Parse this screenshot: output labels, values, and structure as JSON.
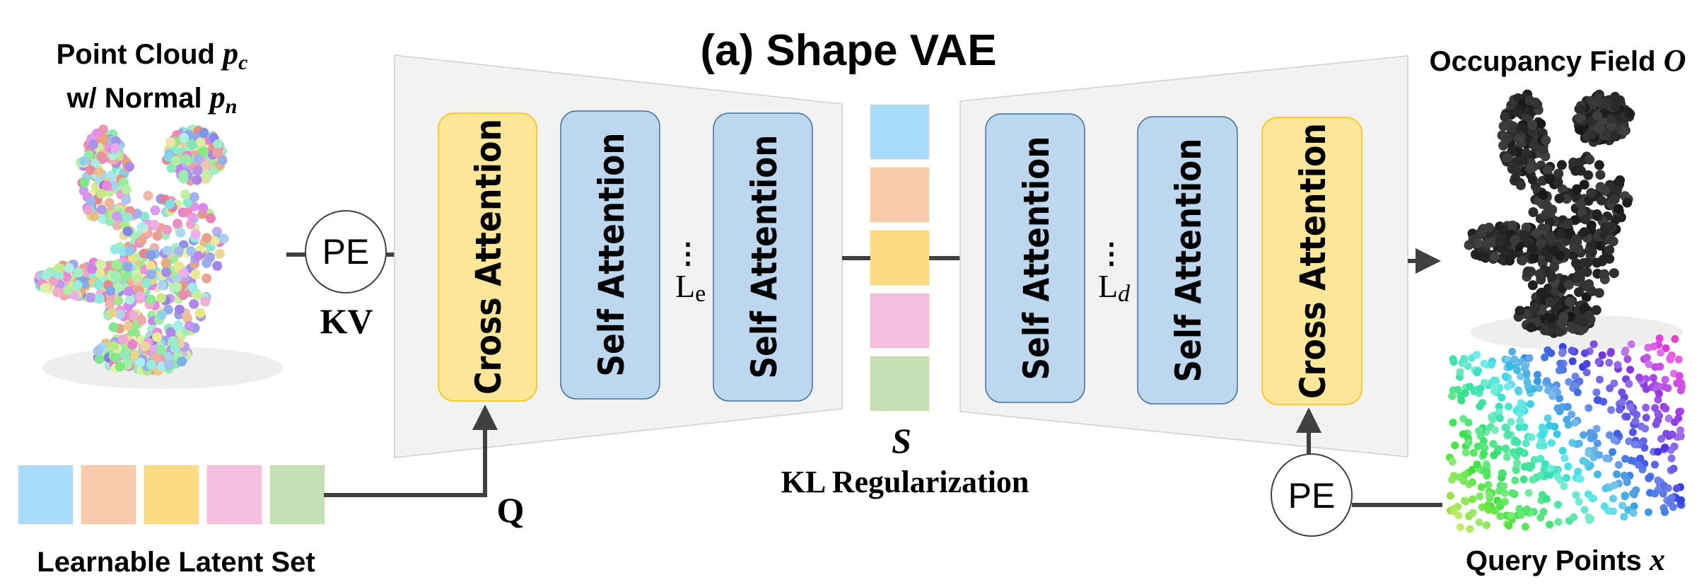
{
  "title": "(a) Shape VAE",
  "input": {
    "label_line1": "Point Cloud ",
    "label_line1_math": "p",
    "label_line1_sub": "c",
    "label_line2": "w/ Normal ",
    "label_line2_math": "p",
    "label_line2_sub": "n",
    "pe_label": "PE",
    "kv_label": "KV"
  },
  "encoder": {
    "cross_attention": "Cross Attention",
    "self_attention_1": "Self Attention",
    "self_attention_2": "Self Attention",
    "ellipsis": "⋮",
    "layers_label": "L",
    "layers_sub": "e"
  },
  "latent": {
    "label": "Learnable Latent Set",
    "q_label": "Q",
    "colors": [
      "#a9dcfa",
      "#f8cbad",
      "#fbdc80",
      "#f4bfe0",
      "#c5e0b4"
    ]
  },
  "bottleneck": {
    "s_label": "S",
    "kl_label": "KL Regularization"
  },
  "decoder": {
    "self_attention_1": "Self Attention",
    "self_attention_2": "Self Attention",
    "cross_attention": "Cross Attention",
    "ellipsis": "⋮",
    "layers_label": "L",
    "layers_sub": "d",
    "pe_label": "PE"
  },
  "output": {
    "label": "Occupancy Field ",
    "label_math": "O",
    "query_label": "Query Points ",
    "query_math": "x"
  },
  "colors": {
    "self_attention_fill": "#bdd7ee",
    "self_attention_stroke": "#41719c",
    "cross_attention_fill": "#ffe699",
    "cross_attention_stroke": "#ffc000",
    "trapezoid_fill": "#f2f2f2",
    "line": "#404040"
  }
}
